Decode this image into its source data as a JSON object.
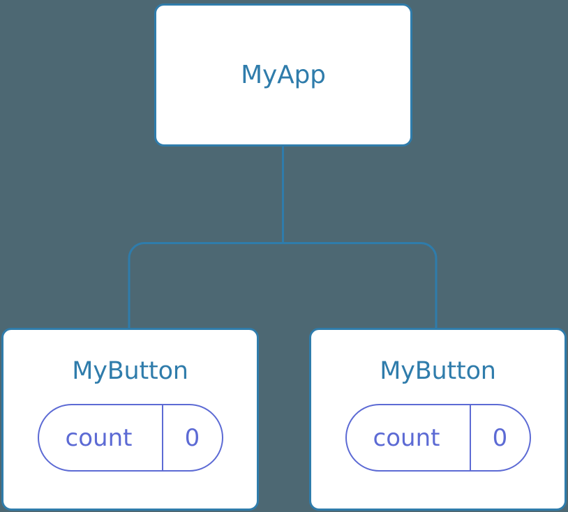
{
  "diagram": {
    "type": "component-tree",
    "background_color": "#4d6873",
    "node_border_color": "#2f7cab",
    "node_text_color": "#2f7cab",
    "state_color": "#5c6ad4",
    "edge_color": "#2f7cab",
    "root": {
      "label": "MyApp"
    },
    "children": [
      {
        "label": "MyButton",
        "state": {
          "key": "count",
          "value": "0"
        }
      },
      {
        "label": "MyButton",
        "state": {
          "key": "count",
          "value": "0"
        }
      }
    ]
  }
}
